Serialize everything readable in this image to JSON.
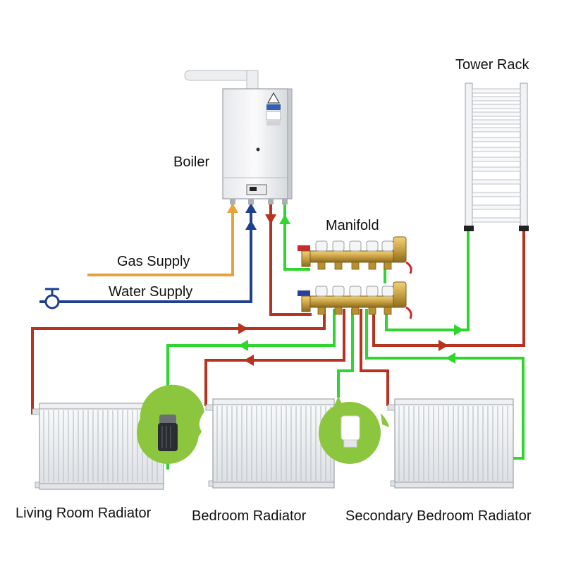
{
  "labels": {
    "tower_rack": "Tower Rack",
    "boiler": "Boiler",
    "manifold": "Manifold",
    "gas_supply": "Gas Supply",
    "water_supply": "Water Supply",
    "living_room_radiator": "Living Room Radiator",
    "bedroom_radiator": "Bedroom Radiator",
    "secondary_bedroom_radiator": "Secondary Bedroom Radiator"
  },
  "colors": {
    "hot_flow": "#b8331f",
    "return_flow": "#2ed62e",
    "gas": "#e8a23a",
    "water": "#1f3f8f",
    "thermostat_bubble": "#8cc63f",
    "appliance_white": "#f4f5f7",
    "appliance_edge": "#9aa0a8",
    "brass": "#c9a042"
  },
  "icons": [
    "valve-icon",
    "boiler-warning-icon",
    "thermostat-black-icon",
    "thermostat-white-icon",
    "flow-arrow-icon"
  ]
}
